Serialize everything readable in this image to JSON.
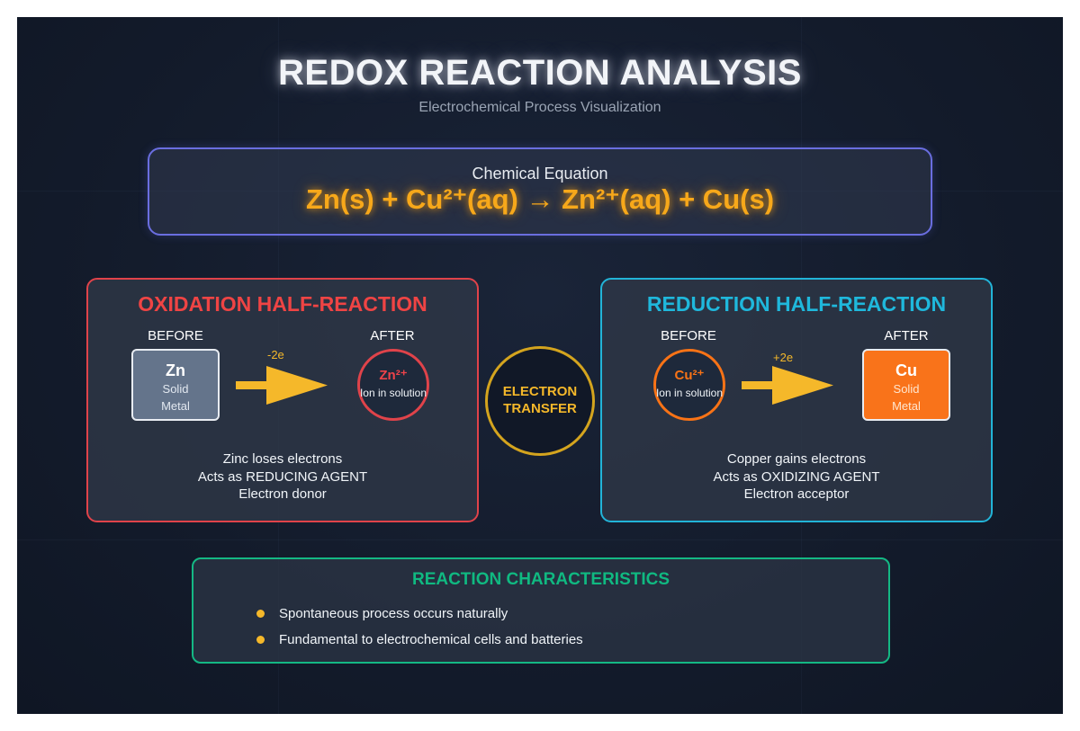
{
  "header": {
    "title": "REDOX REACTION ANALYSIS",
    "subtitle": "Electrochemical Process Visualization"
  },
  "equation": {
    "label": "Chemical Equation",
    "text": "Zn(s) + Cu²⁺(aq) → Zn²⁺(aq) + Cu(s)"
  },
  "oxidation": {
    "title": "OXIDATION HALF-REACTION",
    "before_label": "BEFORE",
    "after_label": "AFTER",
    "before": {
      "symbol": "Zn",
      "line1": "Solid",
      "line2": "Metal"
    },
    "after": {
      "symbol": "Zn²⁺",
      "line1": "Ion in solution"
    },
    "arrow_label": "-2e",
    "desc": [
      "Zinc loses electrons",
      "Acts as REDUCING AGENT",
      "Electron donor"
    ]
  },
  "transfer": {
    "line1": "ELECTRON",
    "line2": "TRANSFER"
  },
  "reduction": {
    "title": "REDUCTION HALF-REACTION",
    "before_label": "BEFORE",
    "after_label": "AFTER",
    "before": {
      "symbol": "Cu²⁺",
      "line1": "Ion in solution"
    },
    "after": {
      "symbol": "Cu",
      "line1": "Solid",
      "line2": "Metal"
    },
    "arrow_label": "+2e",
    "desc": [
      "Copper gains electrons",
      "Acts as OXIDIZING AGENT",
      "Electron acceptor"
    ]
  },
  "characteristics": {
    "title": "REACTION CHARACTERISTICS",
    "items": [
      "Spontaneous process occurs naturally",
      "Fundamental to electrochemical cells and batteries"
    ]
  },
  "colors": {
    "oxidation": "#ef4444",
    "reduction": "#1fb8dc",
    "equation": "#f7a81a",
    "transfer": "#f5b82a",
    "characteristics": "#10b981",
    "zinc_box": "#64748b",
    "copper_box": "#f9731a"
  }
}
